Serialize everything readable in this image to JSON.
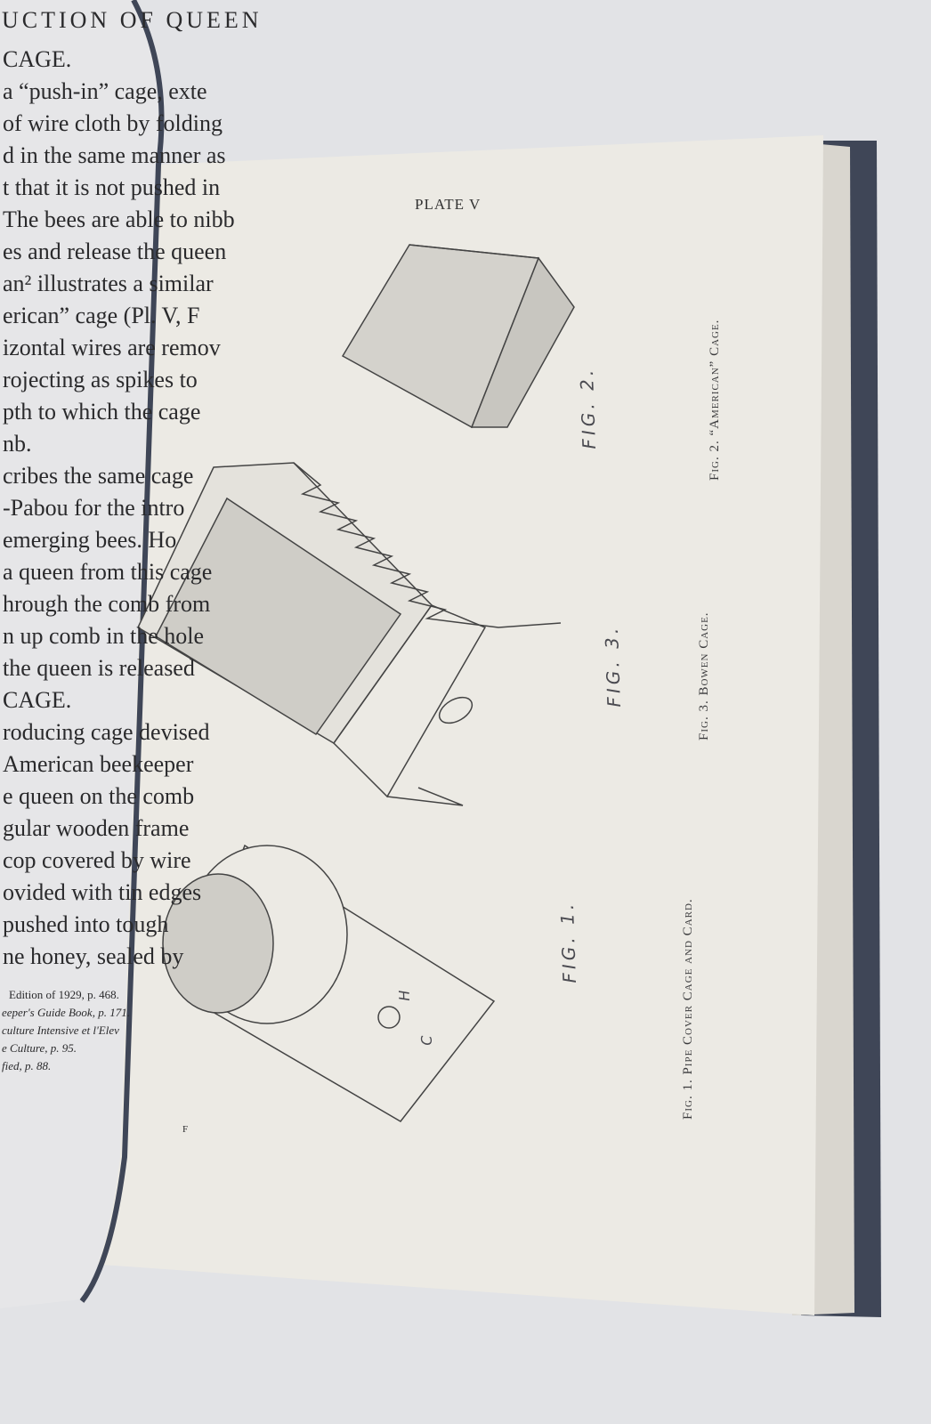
{
  "left_page": {
    "heading": "UCTION OF QUEEN",
    "lines": [
      "CAGE.",
      "a “push-in” cage, exte",
      "of wire cloth by folding",
      "d in the same manner as",
      "t that it is not pushed in",
      "The bees are able to nibb",
      "es and release the queen",
      "an² illustrates a similar",
      "erican” cage (Pl. V, F",
      "izontal wires are remov",
      "rojecting as spikes to",
      "pth to which the cage",
      "nb.",
      "cribes the same cage",
      "-Pabou for the intro",
      "emerging bees. Ho",
      "a queen from this cage",
      "hrough the comb from",
      "n up comb in the hole",
      "the queen is released",
      "CAGE.",
      "roducing cage devised",
      "American beekeeper",
      "e queen on the comb",
      "gular wooden frame",
      "cop covered by wire",
      "ovided with tin edges",
      "pushed into tough",
      "ne honey, sealed by"
    ],
    "footnotes": [
      "Edition of 1929, p. 468.",
      "eeper's Guide Book, p. 171.",
      "culture Intensive et l'Elev",
      "e Culture, p. 95.",
      "fied, p. 88."
    ]
  },
  "right_page": {
    "plate_title": "PLATE V",
    "captions": {
      "fig2": "Fig. 2. “American” Cage.",
      "fig3": "Fig. 3. Bowen Cage.",
      "fig1": "Fig. 1. Pipe Cover Cage and Card."
    },
    "hand_labels": {
      "fig2": "FIG. 2.",
      "fig3": "FIG. 3.",
      "fig1": "FIG. 1.",
      "h": "H",
      "c": "C"
    },
    "signature_mark": "F"
  },
  "colors": {
    "background": "#e2e3e6",
    "page": "#eceae4",
    "cover": "#3f4657"
  }
}
